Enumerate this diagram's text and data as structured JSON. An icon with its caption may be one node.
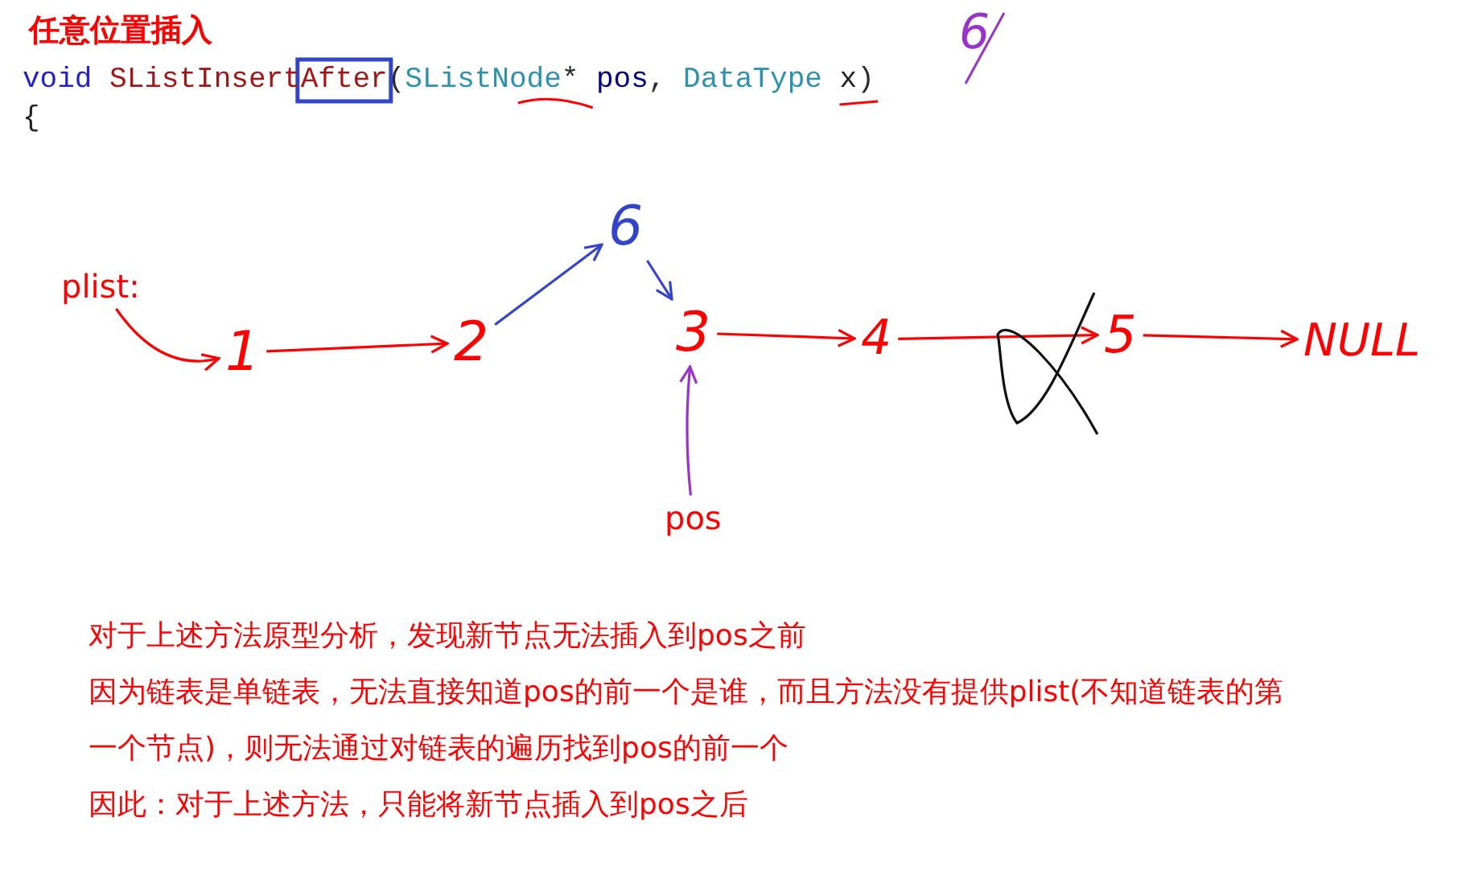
{
  "diagram": {
    "title": "任意位置插入",
    "nodes": [
      {
        "text": [
          "plist:"
        ]
      },
      {
        "text": [
          "1"
        ]
      },
      {
        "text": [
          "2"
        ]
      },
      {
        "text": [
          "6"
        ]
      },
      {
        "text": [
          "3"
        ]
      },
      {
        "text": [
          "4"
        ]
      },
      {
        "text": [
          "5"
        ]
      },
      {
        "text": [
          "NULL"
        ]
      },
      {
        "text": [
          "pos"
        ]
      }
    ],
    "edges": [
      {
        "from": 0,
        "to": 1,
        "arrow": "to"
      },
      {
        "from": 1,
        "to": 2,
        "arrow": "to"
      },
      {
        "from": 2,
        "to": 3,
        "arrow": "to",
        "color": "#3344cc"
      },
      {
        "from": 3,
        "to": 4,
        "arrow": "to",
        "color": "#3344cc"
      },
      {
        "from": 4,
        "to": 5,
        "arrow": "to"
      },
      {
        "from": 5,
        "to": 6,
        "arrow": "to"
      },
      {
        "from": 6,
        "to": 7,
        "arrow": "to"
      },
      {
        "from": 8,
        "to": 4,
        "arrow": "to",
        "color": "#9933cc"
      }
    ],
    "labels": [
      "void SListInsertAfter(SListNode* pos, DataType x)",
      "6",
      "{",
      "对于上述方法原型分析，发现新节点无法插入到pos之前",
      "因为链表是单链表，无法直接知道pos的前一个是谁，而且方法没有提供plist(不知道链表的第一个节点)，则无法通过对链表的遍历找到pos的前一个",
      "因此：对于上述方法，只能将新节点插入到pos之后"
    ]
  }
}
